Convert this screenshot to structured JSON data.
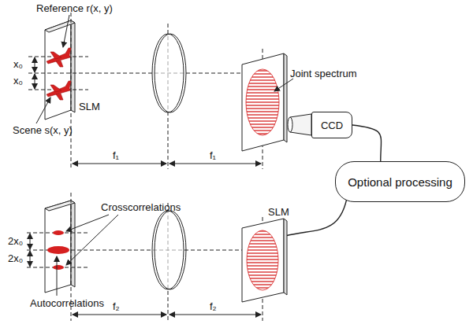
{
  "diagram": {
    "nodes": [
      {
        "text": [
          "CCD"
        ]
      },
      {
        "text": [
          "Optional processing"
        ]
      }
    ],
    "edges": [
      {
        "from": 0,
        "to": 1,
        "arrow": "none"
      }
    ],
    "labels": [
      "Reference r(x, y)",
      "x₀",
      "x₀",
      "SLM",
      "Scene s(x, y)",
      "f₁",
      "f₁",
      "Joint spectrum",
      "Crosscorrelations",
      "2x₀",
      "2x₀",
      "Autocorrelations",
      "f₂",
      "f₂",
      "SLM"
    ]
  }
}
